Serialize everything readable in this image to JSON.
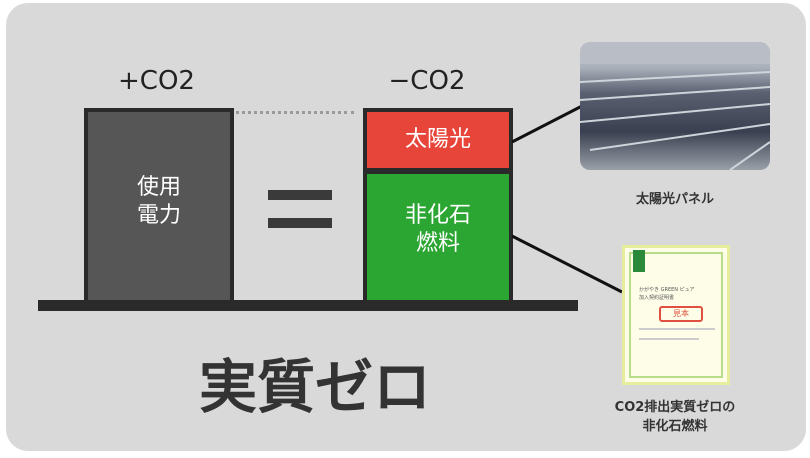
{
  "left": {
    "label": "+CO2",
    "box_text": [
      "使用",
      "電力"
    ]
  },
  "right": {
    "label": "−CO2",
    "solar_text": "太陽光",
    "fuel_text": [
      "非化石",
      "燃料"
    ]
  },
  "equals": "=",
  "title": "実質ゼロ",
  "photo_caption": "太陽光パネル",
  "certificate": {
    "heading": "かがやき GREEN ピュア",
    "subheading": "加入契約証明書",
    "stamp": "見本",
    "caption": [
      "CO2排出実質ゼロの",
      "非化石燃料"
    ]
  },
  "colors": {
    "bg": "#d9d9d9",
    "dark_box": "#565656",
    "solar": "#e8453a",
    "fuel": "#2ca632"
  }
}
